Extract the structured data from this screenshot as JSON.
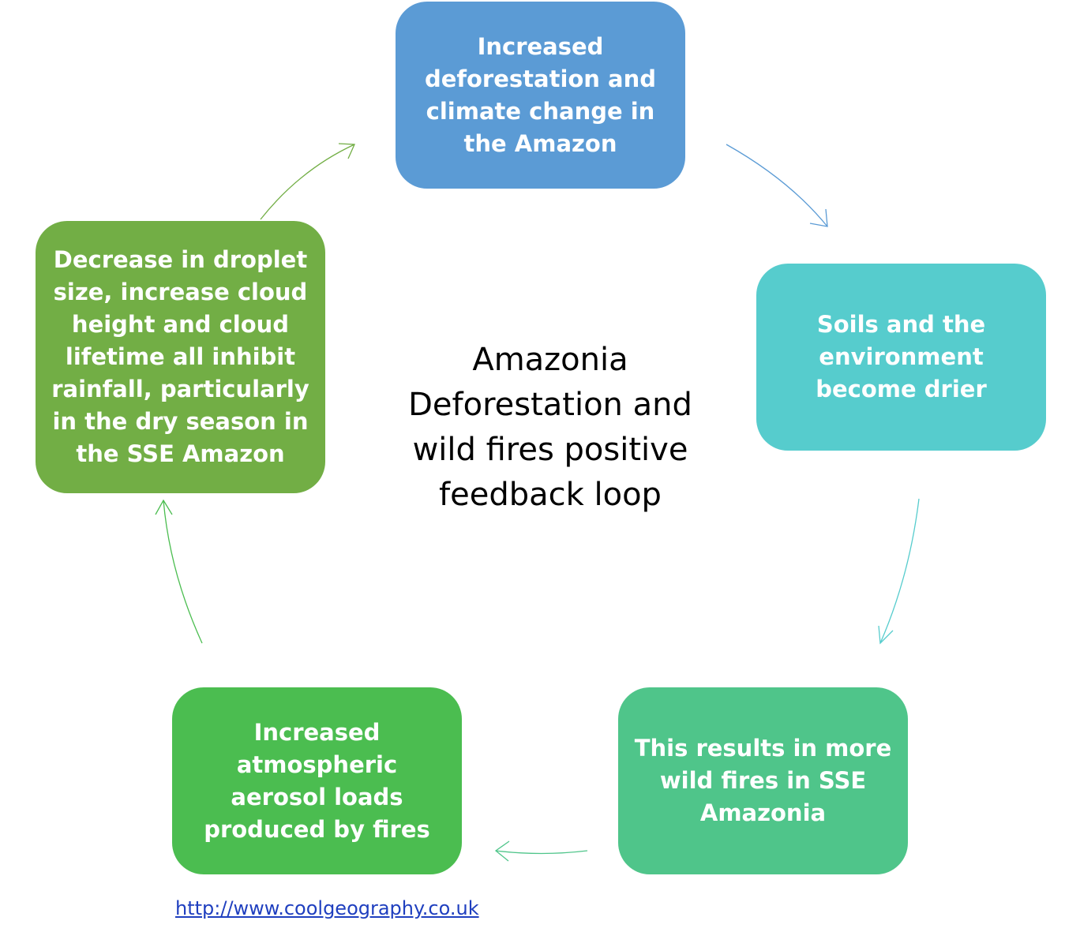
{
  "title": "Amazonia Deforestation and wild fires positive feedback loop",
  "source_link": "http://www.coolgeography.co.uk",
  "nodes": [
    {
      "text": "Increased deforestation and climate change in the Amazon",
      "color": "#5b9bd5"
    },
    {
      "text": "Soils and the environment become drier",
      "color": "#56cccd"
    },
    {
      "text": "This results in more wild fires in SSE Amazonia",
      "color": "#4fc58a"
    },
    {
      "text": "Increased atmospheric aerosol loads produced by fires",
      "color": "#4bbd50"
    },
    {
      "text": "Decrease in droplet size, increase cloud height and cloud lifetime all inhibit rainfall, particularly in the dry season in the SSE Amazon",
      "color": "#72ae45"
    }
  ],
  "arrow_colors": [
    "#5b9bd5",
    "#56cccd",
    "#4fc58a",
    "#4bbd50",
    "#72ae45"
  ]
}
